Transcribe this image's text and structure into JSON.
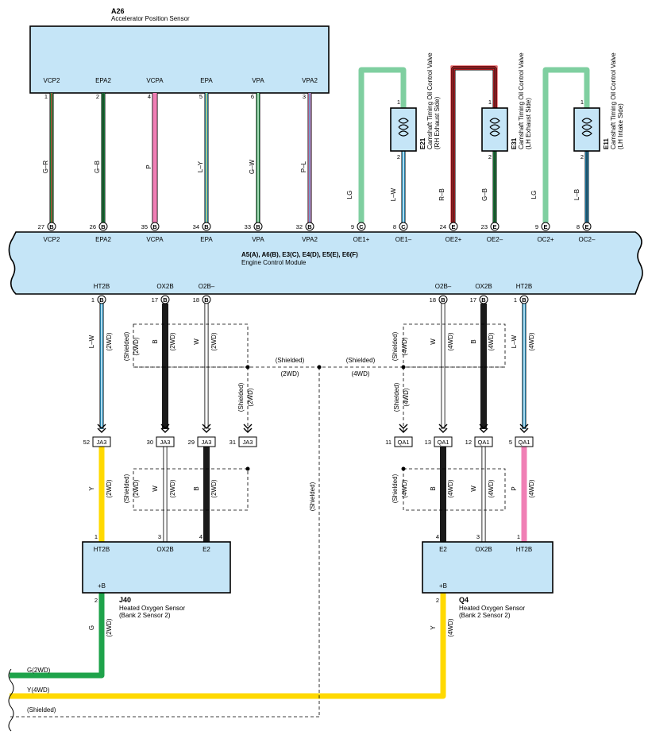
{
  "sensor_a26": {
    "id": "A26",
    "name": "Accelerator Position Sensor",
    "terminals": [
      {
        "label": "VCP2",
        "pin": "1",
        "wire": "G–R"
      },
      {
        "label": "EPA2",
        "pin": "2",
        "wire": "G–B"
      },
      {
        "label": "VCPA",
        "pin": "4",
        "wire": "P"
      },
      {
        "label": "EPA",
        "pin": "5",
        "wire": "L–Y"
      },
      {
        "label": "VPA",
        "pin": "6",
        "wire": "G–W"
      },
      {
        "label": "VPA2",
        "pin": "3",
        "wire": "P–L"
      }
    ]
  },
  "valves": [
    {
      "id": "E21",
      "name": "Camshaft Timing Oil Control Valve",
      "side": "(RH Exhaust Side)",
      "pin1": "1",
      "pin2": "2",
      "wire_in": "LG",
      "wire_out": "L–W"
    },
    {
      "id": "E31",
      "name": "Camshaft Timing Oil Control Valve",
      "side": "(LH Exhaust Side)",
      "pin1": "1",
      "pin2": "2",
      "wire_in": "R–B",
      "wire_out": "G–B"
    },
    {
      "id": "E11",
      "name": "Camshaft Timing Oil Control Valve",
      "side": "(LH Intake Side)",
      "pin1": "1",
      "pin2": "2",
      "wire_in": "LG",
      "wire_out": "L–B"
    }
  ],
  "ecm": {
    "connectors": "A5(A), A6(B), E3(C), E4(D), E5(E), E6(F)",
    "name": "Engine Control Module",
    "top_terminals": [
      {
        "num": "27",
        "con": "B",
        "label": "VCP2"
      },
      {
        "num": "26",
        "con": "B",
        "label": "EPA2"
      },
      {
        "num": "35",
        "con": "B",
        "label": "VCPA"
      },
      {
        "num": "34",
        "con": "B",
        "label": "EPA"
      },
      {
        "num": "33",
        "con": "B",
        "label": "VPA"
      },
      {
        "num": "32",
        "con": "B",
        "label": "VPA2"
      },
      {
        "num": "9",
        "con": "C",
        "label": "OE1+"
      },
      {
        "num": "8",
        "con": "C",
        "label": "OE1–"
      },
      {
        "num": "24",
        "con": "E",
        "label": "OE2+"
      },
      {
        "num": "23",
        "con": "E",
        "label": "OE2–"
      },
      {
        "num": "9",
        "con": "E",
        "label": "OC2+"
      },
      {
        "num": "8",
        "con": "E",
        "label": "OC2–"
      }
    ],
    "bottom_terminals": [
      {
        "num": "1",
        "con": "B",
        "label": "HT2B"
      },
      {
        "num": "17",
        "con": "B",
        "label": "OX2B"
      },
      {
        "num": "18",
        "con": "B",
        "label": "O2B–"
      },
      {
        "num": "18",
        "con": "B",
        "label": "O2B–"
      },
      {
        "num": "17",
        "con": "B",
        "label": "OX2B"
      },
      {
        "num": "1",
        "con": "B",
        "label": "HT2B"
      }
    ]
  },
  "wiring": {
    "upper_left": [
      {
        "wire": "L–W",
        "note": "(2WD)"
      },
      {
        "wire": "B",
        "note": "(2WD)"
      },
      {
        "wire": "W",
        "note": "(2WD)"
      }
    ],
    "upper_right": [
      {
        "wire": "W",
        "note": "(4WD)"
      },
      {
        "wire": "B",
        "note": "(4WD)"
      },
      {
        "wire": "L–W",
        "note": "(4WD)"
      }
    ],
    "shield_left_upper": {
      "text": "(Shielded)",
      "note": "(2WD)"
    },
    "shield_right_upper": {
      "text": "(Shielded)",
      "note": "(4WD)"
    },
    "shield_mid_left": {
      "text": "(Shielded)",
      "note": "(2WD)"
    },
    "shield_mid_right": {
      "text": "(Shielded)",
      "note": "(4WD)"
    },
    "shield_bus_left": {
      "text": "(Shielded)",
      "note": "(2WD)"
    },
    "shield_bus_right": {
      "text": "(Shielded)",
      "note": "(4WD)"
    },
    "shield_vertical": "(Shielded)",
    "ja3": [
      {
        "pin": "52",
        "label": "JA3"
      },
      {
        "pin": "30",
        "label": "JA3"
      },
      {
        "pin": "29",
        "label": "JA3"
      },
      {
        "pin": "31",
        "label": "JA3"
      }
    ],
    "qa1": [
      {
        "pin": "11",
        "label": "QA1"
      },
      {
        "pin": "13",
        "label": "QA1"
      },
      {
        "pin": "12",
        "label": "QA1"
      },
      {
        "pin": "5",
        "label": "QA1"
      }
    ],
    "lower_left": [
      {
        "wire": "Y",
        "note": "(2WD)"
      },
      {
        "wire": "W",
        "note": "(2WD)"
      },
      {
        "wire": "B",
        "note": "(2WD)"
      }
    ],
    "lower_right": [
      {
        "wire": "B",
        "note": "(4WD)"
      },
      {
        "wire": "W",
        "note": "(4WD)"
      },
      {
        "wire": "P",
        "note": "(4WD)"
      }
    ],
    "shield_lower_left": {
      "text": "(Shielded)",
      "note": "(2WD)"
    },
    "shield_lower_right": {
      "text": "(Shielded)",
      "note": "(4WD)"
    }
  },
  "sensor_j40": {
    "id": "J40",
    "name": "Heated Oxygen Sensor",
    "detail": "(Bank 2 Sensor 2)",
    "terminals": [
      {
        "pin": "1",
        "label": "HT2B"
      },
      {
        "pin": "3",
        "label": "OX2B"
      },
      {
        "pin": "4",
        "label": "E2"
      }
    ],
    "power": {
      "pin": "2",
      "label": "+B",
      "wire": "G",
      "note": "(2WD)"
    }
  },
  "sensor_q4": {
    "id": "Q4",
    "name": "Heated Oxygen Sensor",
    "detail": "(Bank 2 Sensor 2)",
    "terminals": [
      {
        "pin": "4",
        "label": "E2"
      },
      {
        "pin": "3",
        "label": "OX2B"
      },
      {
        "pin": "1",
        "label": "HT2B"
      }
    ],
    "power": {
      "pin": "2",
      "label": "+B",
      "wire": "Y",
      "note": "(4WD)"
    }
  },
  "bottom_feeds": {
    "g": "G(2WD)",
    "y": "Y(4WD)",
    "shielded": "(Shielded)"
  },
  "colors": {
    "green": "#1ea34a",
    "light_green": "#7fcfa0",
    "red": "#e0262b",
    "pink": "#f07fb5",
    "blue": "#2ba7df",
    "yellow": "#ffd900",
    "black": "#1a1a1a",
    "box_fill": "#c5e5f7"
  }
}
